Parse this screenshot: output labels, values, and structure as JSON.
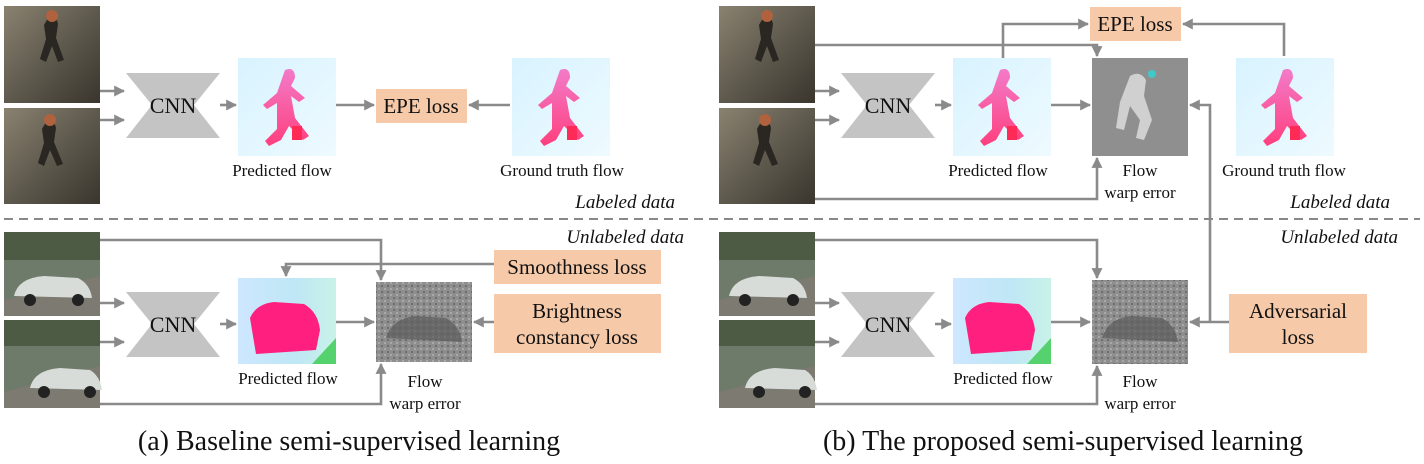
{
  "panel_a": {
    "cnn_top": "CNN",
    "cnn_bottom": "CNN",
    "epe_loss": "EPE loss",
    "predicted_flow_top": "Predicted flow",
    "ground_truth_flow": "Ground truth flow",
    "labeled_data": "Labeled data",
    "unlabeled_data": "Unlabeled data",
    "smoothness_loss": "Smoothness loss",
    "brightness_line1": "Brightness",
    "brightness_line2": "constancy loss",
    "predicted_flow_bottom": "Predicted flow",
    "flow_line1": "Flow",
    "flow_line2": "warp error",
    "caption": "(a) Baseline semi-supervised learning"
  },
  "panel_b": {
    "cnn_top": "CNN",
    "cnn_bottom": "CNN",
    "epe_loss": "EPE loss",
    "predicted_flow_top": "Predicted flow",
    "flow_top_line1": "Flow",
    "flow_top_line2": "warp error",
    "ground_truth_flow": "Ground truth flow",
    "labeled_data": "Labeled data",
    "unlabeled_data": "Unlabeled data",
    "adversarial_line1": "Adversarial",
    "adversarial_line2": "loss",
    "predicted_flow_bottom": "Predicted flow",
    "flow_bottom_line1": "Flow",
    "flow_bottom_line2": "warp error",
    "caption": "(b) The proposed semi-supervised learning"
  },
  "colors": {
    "loss_box": "#f6c9a8",
    "cnn": "#c4c4c4",
    "arrow": "#8a8a8a",
    "divider": "#888888"
  }
}
